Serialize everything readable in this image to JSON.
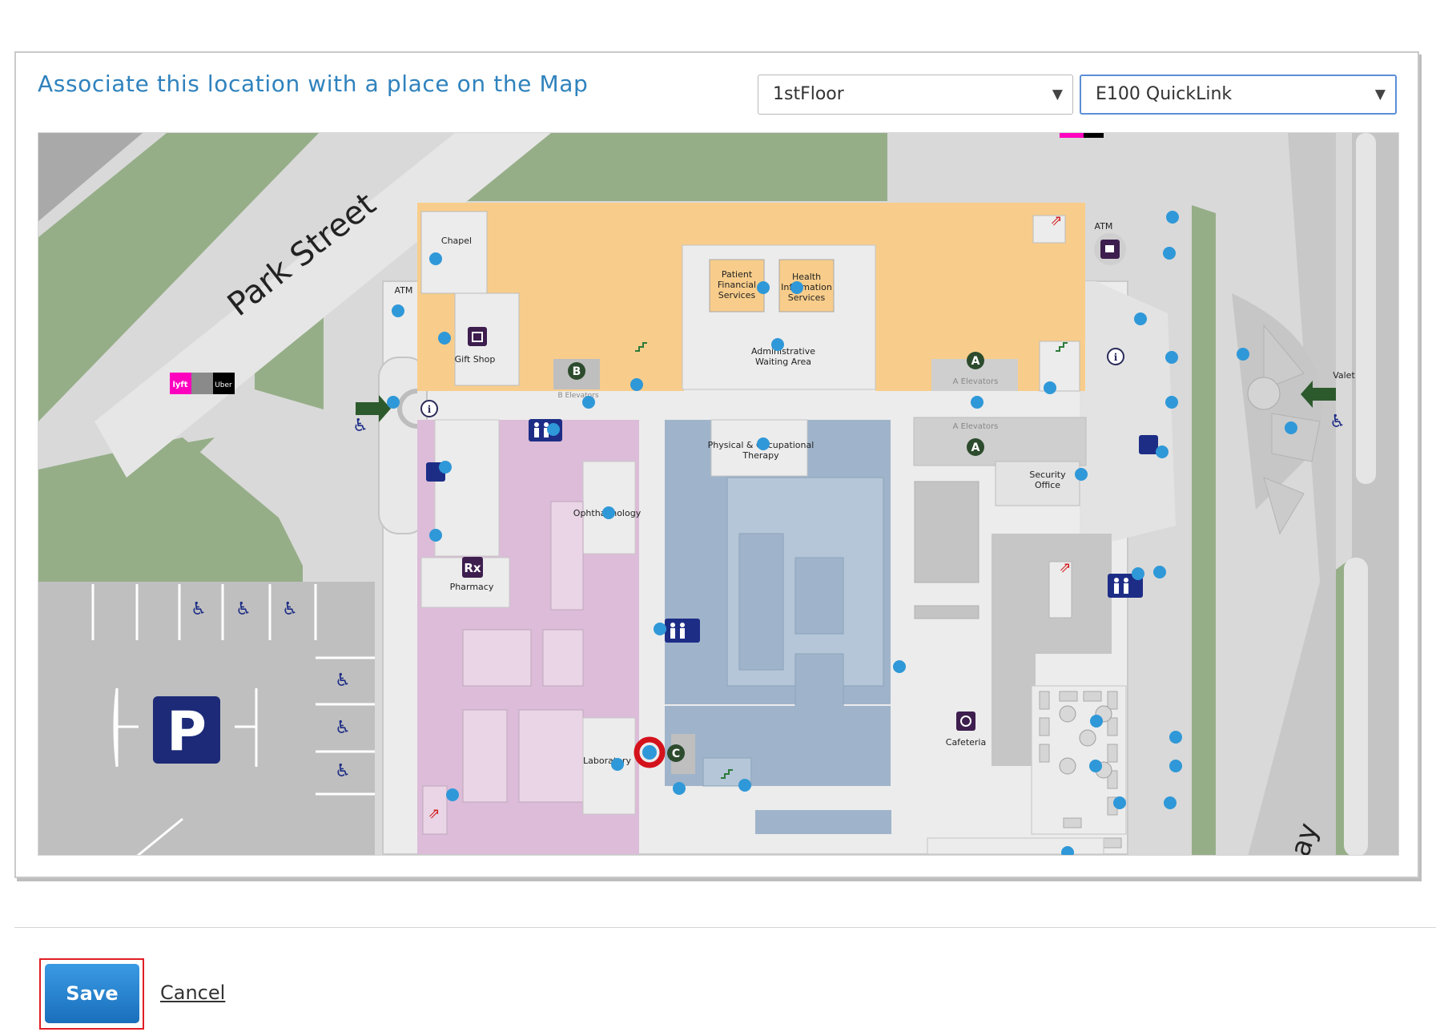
{
  "panel": {
    "title": "Associate this location with a place on the Map"
  },
  "floor_select": {
    "value": "1stFloor",
    "caret": "▼"
  },
  "place_select": {
    "value": "E100 QuickLink",
    "caret": "▼"
  },
  "map": {
    "street_label": "Park Street",
    "rooms": {
      "chapel": "Chapel",
      "gift_shop": "Gift Shop",
      "atm_left": "ATM",
      "atm_right": "ATM",
      "b_elevators": "B Elevators",
      "patient_financial_line1": "Patient",
      "patient_financial_line2": "Financial",
      "patient_financial_line3": "Services",
      "health_info_line1": "Health",
      "health_info_line2": "Information",
      "health_info_line3": "Services",
      "admin_waiting_line1": "Administrative",
      "admin_waiting_line2": "Waiting Area",
      "a_elevators_top": "A Elevators",
      "a_elevators_bottom": "A Elevators",
      "physical_therapy_line1": "Physical & Occupational",
      "physical_therapy_line2": "Therapy",
      "ophthalmology": "Ophthalmology",
      "security_line1": "Security",
      "security_line2": "Office",
      "pharmacy": "Pharmacy",
      "cafeteria": "Cafeteria",
      "laboratory": "Laboratory",
      "valet": "Valet",
      "partial_street": "ay"
    },
    "badges": {
      "elevator_b": "B",
      "elevator_a": "A",
      "elevator_c": "C",
      "parking": "P",
      "rx": "Rx",
      "info": "i",
      "lyft": "lyft",
      "uber": "Uber"
    },
    "selected_marker": "red-ring-marker",
    "icons": [
      "restroom-icon",
      "accessible-icon",
      "info-icon",
      "stairs-icon",
      "exit-icon",
      "gift-icon",
      "coffee-icon",
      "dining-icon",
      "hand-icon",
      "entrance-arrow-icon"
    ]
  },
  "actions": {
    "save_label": "Save",
    "cancel_label": "Cancel"
  },
  "colors": {
    "title_blue": "#2f82bd",
    "save_blue": "#1a78c2",
    "focus_red": "#e01e24",
    "admin_orange": "#f8cd8b",
    "clinic_pink": "#dcbcd8",
    "therapy_blue": "#9fb4ca",
    "grass_green": "#96ae88",
    "marker_blue": "#2f98d8"
  }
}
